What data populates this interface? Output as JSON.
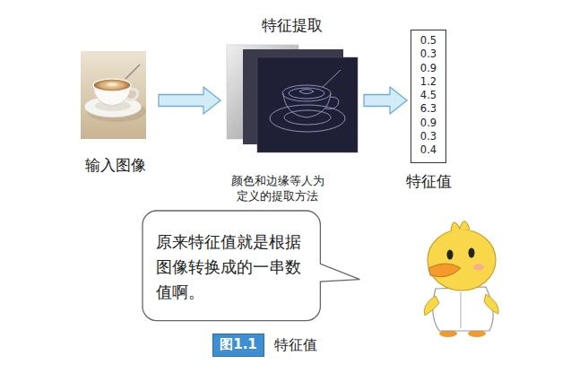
{
  "diagram": {
    "caption": "特征值",
    "nodes": [
      {
        "text": [
          "输入图像"
        ]
      },
      {
        "text": [
          "特征提取",
          "颜色和边缘等人为定义的提取方法"
        ]
      },
      {
        "text": [
          "0.5",
          "0.3",
          "0.9",
          "1.2",
          "4.5",
          "6.3",
          "0.9",
          "0.3",
          "0.4",
          "特征值"
        ]
      },
      {
        "text": [
          "原来特征值就是根据图像转换成的一串数值啊。"
        ]
      },
      {
        "text": [
          "图1.1"
        ]
      }
    ],
    "edges": [
      {
        "from": 0,
        "to": 1,
        "arrow": "to"
      },
      {
        "from": 1,
        "to": 2,
        "arrow": "to"
      }
    ]
  }
}
